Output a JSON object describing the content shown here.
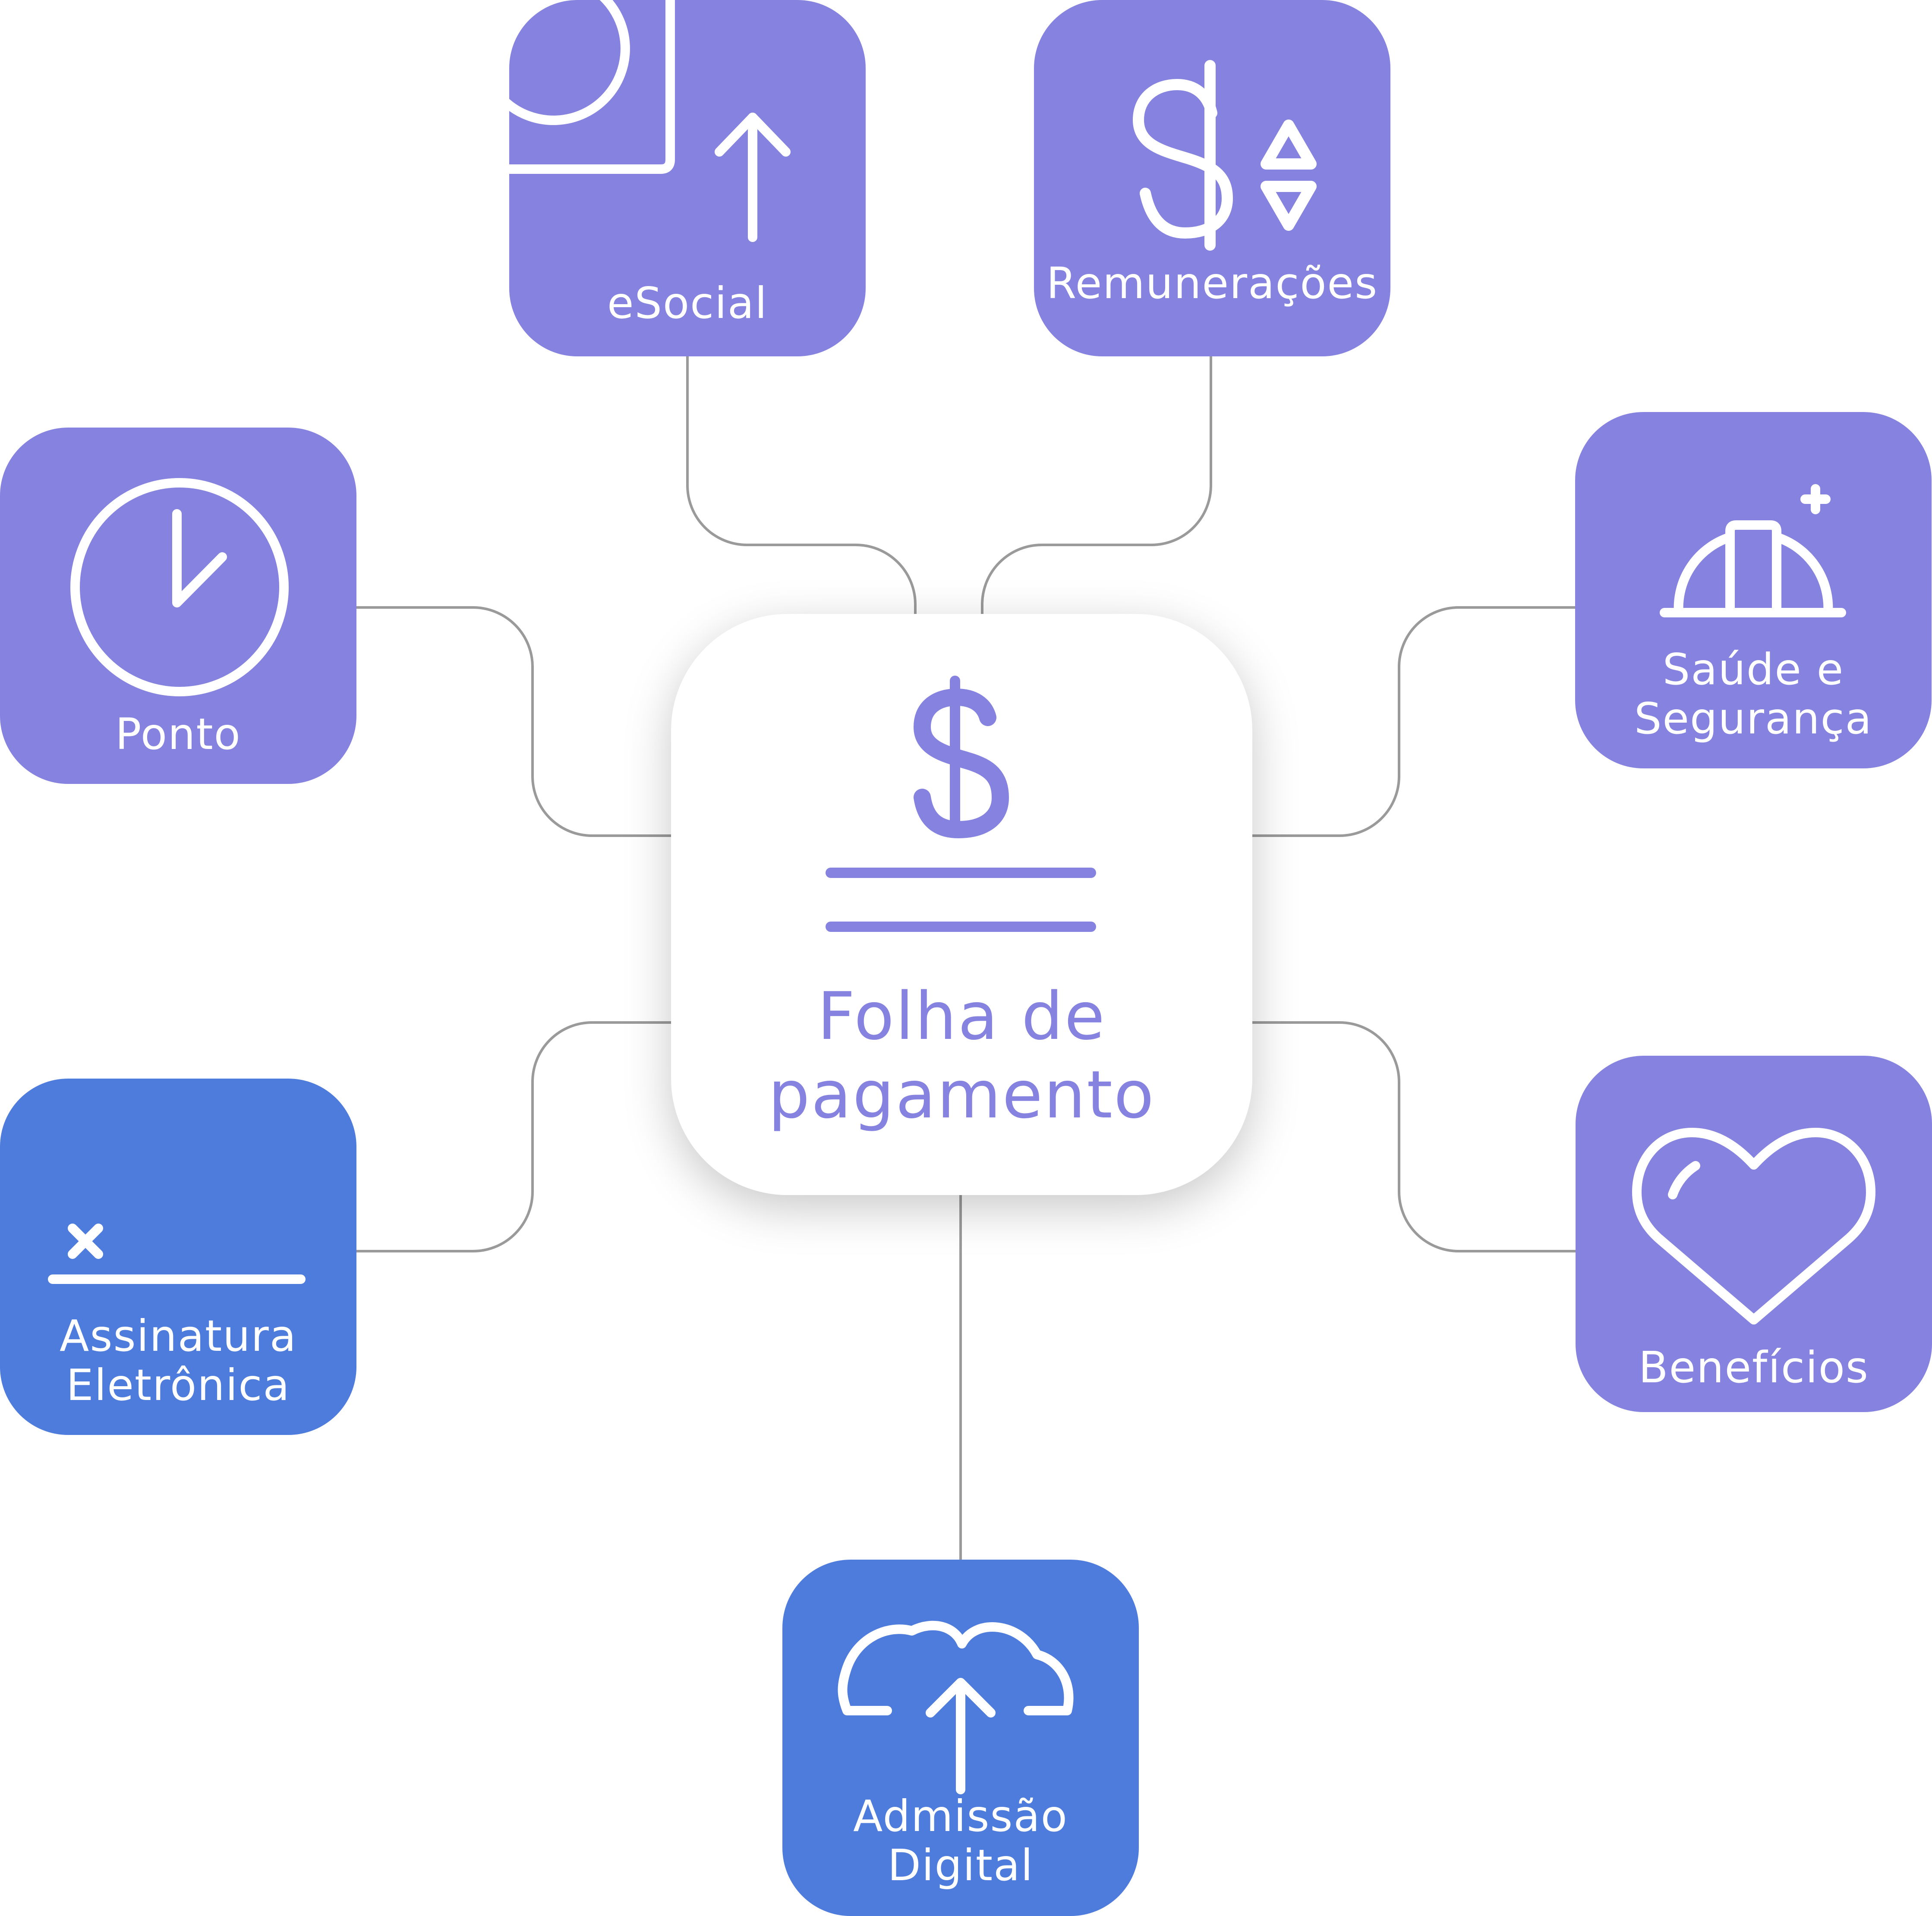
{
  "colors": {
    "purple": "#8683E0",
    "blue": "#4E7CDC",
    "connector": "#9A9A9A",
    "hub_background": "#FFFFFF",
    "hub_accent": "#8683E0",
    "icon_stroke": "#FFFFFF"
  },
  "hub": {
    "icon": "dollar-sign-icon",
    "title_line1": "Folha de",
    "title_line2": "pagamento"
  },
  "modules": {
    "esocial": {
      "icon": "document-upload-icon",
      "label": "eSocial",
      "color": "purple"
    },
    "remuneracoes": {
      "icon": "dollar-exchange-icon",
      "label": "Remunerações",
      "color": "purple"
    },
    "ponto": {
      "icon": "clock-icon",
      "label": "Ponto",
      "color": "purple"
    },
    "saude": {
      "icon": "hard-hat-icon",
      "label_line1": "Saúde e",
      "label_line2": "Segurança",
      "color": "purple"
    },
    "assinatura": {
      "icon": "signature-line-icon",
      "label_line1": "Assinatura",
      "label_line2": "Eletrônica",
      "color": "blue"
    },
    "beneficios": {
      "icon": "heart-icon",
      "label": "Benefícios",
      "color": "purple"
    },
    "admissao": {
      "icon": "cloud-upload-icon",
      "label_line1": "Admissão",
      "label_line2": "Digital",
      "color": "blue"
    }
  }
}
